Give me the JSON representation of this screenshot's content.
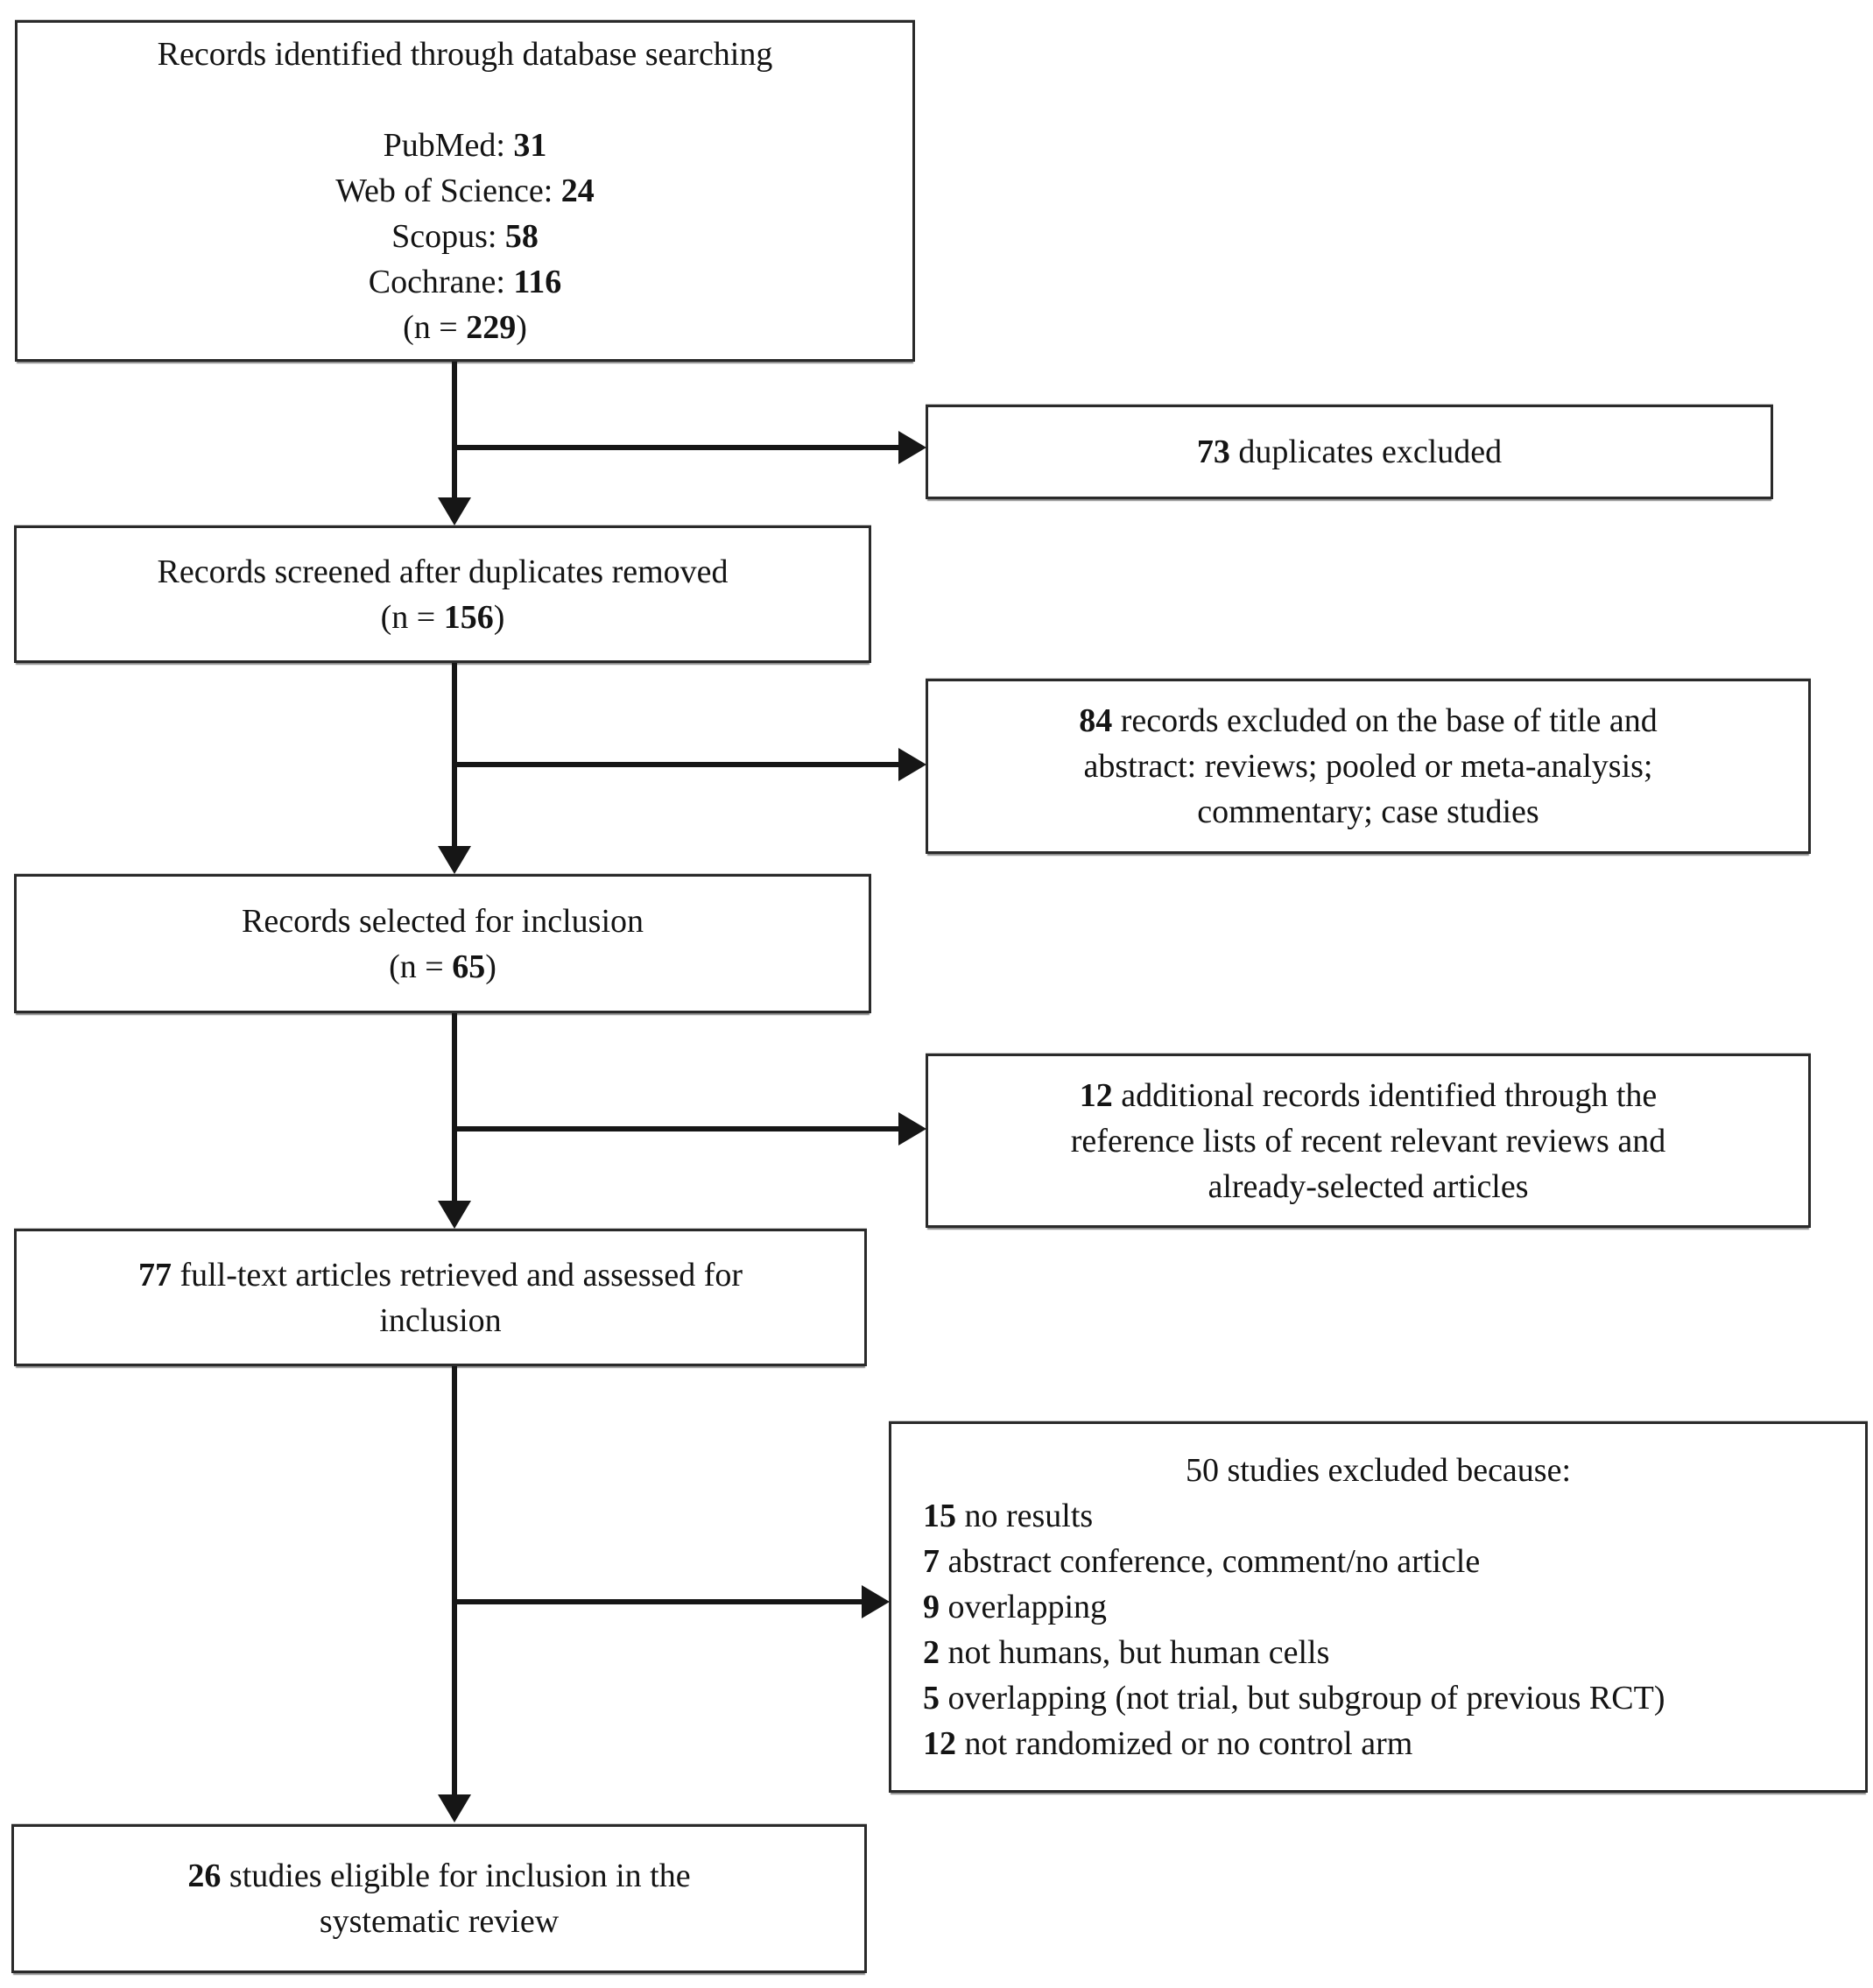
{
  "colors": {
    "background": "#ffffff",
    "ink": "#141414",
    "box_border": "#2a2a2a",
    "connector": "#161616"
  },
  "icons": {
    "down_arrowhead": "filled-triangle-down",
    "right_arrowhead": "filled-triangle-right"
  },
  "boxes": {
    "identification": {
      "label": "records-identified-box",
      "lines": [
        {
          "parts": [
            {
              "t": "Records identified through database searching"
            }
          ]
        },
        {
          "parts": []
        },
        {
          "parts": [
            {
              "t": "PubMed: "
            },
            {
              "t": "31",
              "b": true
            }
          ]
        },
        {
          "parts": [
            {
              "t": "Web of Science: "
            },
            {
              "t": "24",
              "b": true
            }
          ]
        },
        {
          "parts": [
            {
              "t": "Scopus: "
            },
            {
              "t": "58",
              "b": true
            }
          ]
        },
        {
          "parts": [
            {
              "t": "Cochrane: "
            },
            {
              "t": "116",
              "b": true
            }
          ]
        },
        {
          "parts": [
            {
              "t": "(n = "
            },
            {
              "t": "229",
              "b": true
            },
            {
              "t": ")"
            }
          ]
        }
      ]
    },
    "duplicates": {
      "label": "duplicates-excluded-box",
      "lines": [
        {
          "parts": [
            {
              "t": "73",
              "b": true
            },
            {
              "t": " duplicates excluded"
            }
          ]
        }
      ]
    },
    "screened": {
      "label": "records-screened-box",
      "lines": [
        {
          "parts": [
            {
              "t": "Records screened after duplicates removed"
            }
          ]
        },
        {
          "parts": [
            {
              "t": "(n = "
            },
            {
              "t": "156",
              "b": true
            },
            {
              "t": ")"
            }
          ]
        }
      ]
    },
    "title_abstract_excluded": {
      "label": "records-excluded-title-abstract-box",
      "lines": [
        {
          "parts": [
            {
              "t": "84",
              "b": true
            },
            {
              "t": " records excluded on the base of title and"
            }
          ]
        },
        {
          "parts": [
            {
              "t": "abstract: reviews; pooled or meta-analysis;"
            }
          ]
        },
        {
          "parts": [
            {
              "t": "commentary; case studies"
            }
          ]
        }
      ]
    },
    "selected": {
      "label": "records-selected-box",
      "lines": [
        {
          "parts": [
            {
              "t": "Records selected for inclusion"
            }
          ]
        },
        {
          "parts": [
            {
              "t": "(n = "
            },
            {
              "t": "65",
              "b": true
            },
            {
              "t": ")"
            }
          ]
        }
      ]
    },
    "additional": {
      "label": "additional-records-box",
      "lines": [
        {
          "parts": [
            {
              "t": "12",
              "b": true
            },
            {
              "t": " additional records identified through the"
            }
          ]
        },
        {
          "parts": [
            {
              "t": "reference lists of recent relevant reviews and"
            }
          ]
        },
        {
          "parts": [
            {
              "t": "already-selected articles"
            }
          ]
        }
      ]
    },
    "fulltext": {
      "label": "fulltext-assessed-box",
      "lines": [
        {
          "parts": [
            {
              "t": "77",
              "b": true
            },
            {
              "t": " full-text articles retrieved and assessed for"
            }
          ]
        },
        {
          "parts": [
            {
              "t": "inclusion"
            }
          ]
        }
      ]
    },
    "fulltext_excluded": {
      "label": "studies-excluded-box",
      "lines": [
        {
          "parts": [
            {
              "t": "50 studies excluded because:"
            }
          ]
        },
        {
          "align": "left",
          "parts": [
            {
              "t": "15",
              "b": true
            },
            {
              "t": " no results"
            }
          ]
        },
        {
          "align": "left",
          "parts": [
            {
              "t": "7",
              "b": true
            },
            {
              "t": " abstract conference, comment/no article"
            }
          ]
        },
        {
          "align": "left",
          "parts": [
            {
              "t": "9",
              "b": true
            },
            {
              "t": " overlapping"
            }
          ]
        },
        {
          "align": "left",
          "parts": [
            {
              "t": "2",
              "b": true
            },
            {
              "t": " not humans, but human cells"
            }
          ]
        },
        {
          "align": "left",
          "parts": [
            {
              "t": "5",
              "b": true
            },
            {
              "t": " overlapping (not trial, but subgroup of previous RCT)"
            }
          ]
        },
        {
          "align": "left",
          "parts": [
            {
              "t": "12",
              "b": true
            },
            {
              "t": " not randomized or no control arm"
            }
          ]
        }
      ]
    },
    "eligible": {
      "label": "studies-eligible-box",
      "lines": [
        {
          "parts": [
            {
              "t": "26",
              "b": true
            },
            {
              "t": " studies eligible for inclusion in the"
            }
          ]
        },
        {
          "parts": [
            {
              "t": "systematic review"
            }
          ]
        }
      ]
    }
  }
}
